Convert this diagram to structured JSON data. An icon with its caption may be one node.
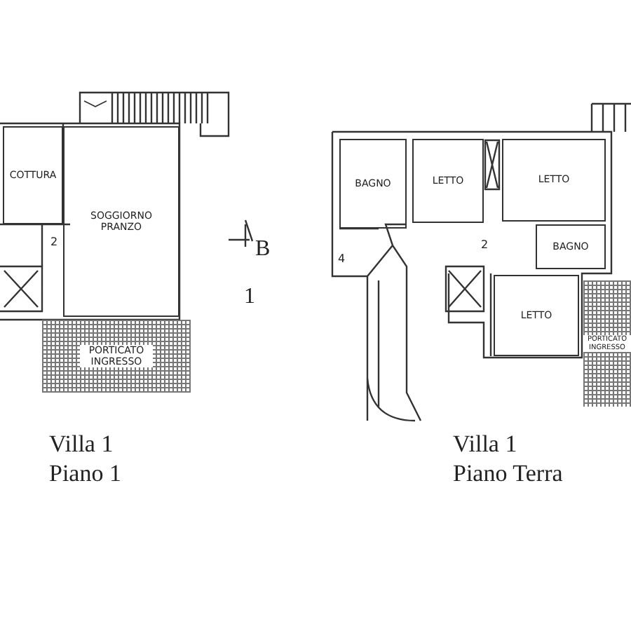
{
  "diagram": {
    "nodes": [
      {
        "text": [
          "COTTURA"
        ]
      },
      {
        "text": [
          "SOGGIORNO PRANZO"
        ]
      },
      {
        "text": [
          "PORTICATO INGRESSO"
        ]
      },
      {
        "text": [
          "BAGNO"
        ]
      },
      {
        "text": [
          "LETTO"
        ]
      },
      {
        "text": [
          "LETTO"
        ]
      },
      {
        "text": [
          "BAGNO"
        ]
      },
      {
        "text": [
          "LETTO"
        ]
      },
      {
        "text": [
          "PORTICATO INGRESSO"
        ]
      }
    ],
    "labels": [
      "2",
      "B",
      "1",
      "4",
      "2",
      "Villa 1 Piano 1",
      "Villa 1 Piano Terra"
    ]
  }
}
